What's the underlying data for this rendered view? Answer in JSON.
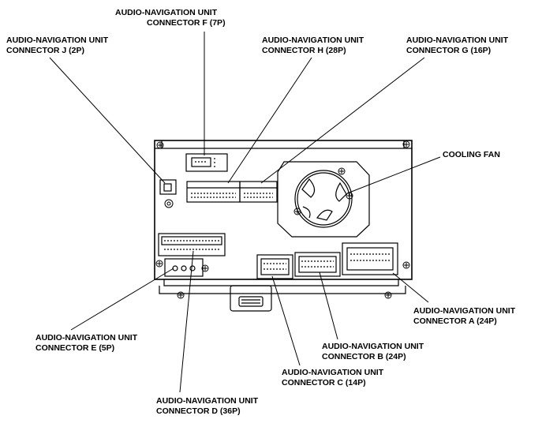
{
  "labels": {
    "connector_f": {
      "line1": "AUDIO-NAVIGATION UNIT",
      "line2": "CONNECTOR F (7P)"
    },
    "connector_j": {
      "line1": "AUDIO-NAVIGATION UNIT",
      "line2": "CONNECTOR J (2P)"
    },
    "connector_h": {
      "line1": "AUDIO-NAVIGATION UNIT",
      "line2": "CONNECTOR H (28P)"
    },
    "connector_g": {
      "line1": "AUDIO-NAVIGATION UNIT",
      "line2": "CONNECTOR G (16P)"
    },
    "cooling_fan": {
      "line1": "COOLING FAN"
    },
    "connector_a": {
      "line1": "AUDIO-NAVIGATION UNIT",
      "line2": "CONNECTOR A (24P)"
    },
    "connector_b": {
      "line1": "AUDIO-NAVIGATION UNIT",
      "line2": "CONNECTOR B (24P)"
    },
    "connector_c": {
      "line1": "AUDIO-NAVIGATION UNIT",
      "line2": "CONNECTOR C (14P)"
    },
    "connector_d": {
      "line1": "AUDIO-NAVIGATION UNIT",
      "line2": "CONNECTOR D (36P)"
    },
    "connector_e": {
      "line1": "AUDIO-NAVIGATION UNIT",
      "line2": "CONNECTOR E (5P)"
    }
  },
  "colors": {
    "stroke": "#000000",
    "background": "#ffffff"
  }
}
